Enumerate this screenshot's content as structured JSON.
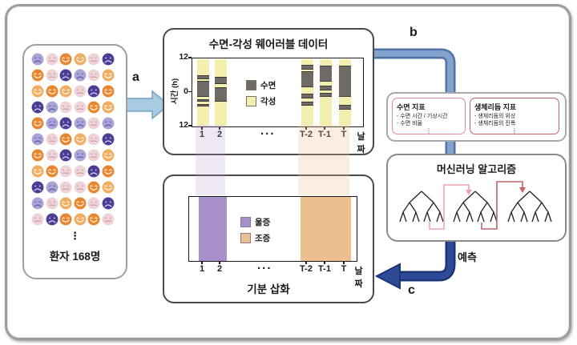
{
  "colors": {
    "sleep": "#6f6a66",
    "wake": "#f3efae",
    "depression": "#a78fca",
    "mania": "#ecc08e",
    "band_depression": "rgba(177,152,205,0.22)",
    "band_mania": "rgba(236,193,142,0.28)",
    "arrow_a_fill": "#a9cbe2",
    "arrow_a_stroke": "#74a3c6",
    "arrow_b_fill": "#83a2cc",
    "arrow_b_stroke": "#4f72a8",
    "arrow_c_fill": "#2e4a97",
    "arrow_c_stroke": "#1b3474",
    "faces": {
      "lavender": {
        "fill": "#aba4d6",
        "feature": "#6a60a8"
      },
      "pink": {
        "fill": "#eed3d7",
        "feature": "#cfa0ad"
      },
      "orange": {
        "fill": "#e8862f",
        "feature": "#fbe9d0"
      },
      "lightorange": {
        "fill": "#f1ad62",
        "feature": "#fdf2e2"
      },
      "darkpurple": {
        "fill": "#4c3d94",
        "feature": "#cfc8ec"
      }
    }
  },
  "labels": {
    "a": "a",
    "b": "b",
    "c": "c",
    "prediction": "예측"
  },
  "patients": {
    "label": "환자 168명",
    "ellipsis": "⋮",
    "grid": [
      [
        "lavender-sad",
        "pink-neutral",
        "orange-happy",
        "lightorange-happy",
        "pink-neutral",
        "darkpurple-sad"
      ],
      [
        "orange-happy",
        "pink-neutral",
        "darkpurple-sad",
        "lavender-sad",
        "pink-neutral",
        "lightorange-happy"
      ],
      [
        "lightorange-happy",
        "orange-happy",
        "lightorange-happy",
        "pink-neutral",
        "darkpurple-sad",
        "orange-happy"
      ],
      [
        "darkpurple-sad",
        "lavender-sad",
        "pink-neutral",
        "pink-neutral",
        "orange-happy",
        "lightorange-happy"
      ],
      [
        "orange-happy",
        "lavender-neutral",
        "darkpurple-sad",
        "lavender-sad",
        "pink-neutral",
        "lavender-sad"
      ],
      [
        "lavender-sad",
        "pink-neutral",
        "orange-happy",
        "lightorange-happy",
        "pink-neutral",
        "darkpurple-sad"
      ],
      [
        "orange-happy",
        "pink-neutral",
        "darkpurple-sad",
        "lavender-neutral",
        "pink-neutral",
        "lightorange-happy"
      ],
      [
        "lightorange-happy",
        "orange-happy",
        "pink-neutral",
        "pink-neutral",
        "darkpurple-sad",
        "orange-happy"
      ],
      [
        "darkpurple-sad",
        "lavender-sad",
        "pink-neutral",
        "pink-neutral",
        "orange-happy",
        "lightorange-happy"
      ],
      [
        "lavender-sad",
        "pink-neutral",
        "lightorange-happy",
        "orange-happy",
        "pink-neutral",
        "darkpurple-sad"
      ],
      [
        "pink-neutral",
        "darkpurple-sad",
        "orange-happy",
        "lightorange-happy",
        "orange-happy",
        "pink-neutral"
      ]
    ]
  },
  "top_chart": {
    "title": "수면-각성 웨어러블 데이터",
    "y_label": "시간 (h)",
    "y_ticks": [
      "12",
      "0",
      "12"
    ],
    "x_label": "날짜",
    "dots": "...",
    "legend": [
      {
        "label": "수면",
        "key": "sleep"
      },
      {
        "label": "각성",
        "key": "wake"
      }
    ],
    "columns": [
      {
        "label": "1",
        "x": 13,
        "segments": [
          [
            0.25,
            0.31
          ],
          [
            0.33,
            0.57
          ],
          [
            0.6,
            0.64
          ],
          [
            0.67,
            0.71
          ]
        ]
      },
      {
        "label": "2",
        "x": 35,
        "segments": [
          [
            0.27,
            0.37
          ],
          [
            0.42,
            0.63
          ]
        ]
      },
      {
        "label": "T-2",
        "x": 143,
        "segments": [
          [
            0.09,
            0.16
          ],
          [
            0.19,
            0.42
          ],
          [
            0.52,
            0.59
          ],
          [
            0.63,
            0.7
          ]
        ]
      },
      {
        "label": "T-1",
        "x": 166,
        "segments": [
          [
            0.1,
            0.34
          ],
          [
            0.4,
            0.47
          ],
          [
            0.51,
            0.57
          ]
        ]
      },
      {
        "label": "T",
        "x": 190,
        "segments": [
          [
            0.1,
            0.57
          ],
          [
            0.68,
            0.75
          ]
        ]
      }
    ]
  },
  "bottom_chart": {
    "title": "기분 삽화",
    "x_label": "날짜",
    "dots": "...",
    "legend": [
      {
        "label": "울증",
        "key": "depression"
      },
      {
        "label": "조증",
        "key": "mania"
      }
    ],
    "ticks": [
      {
        "label": "1",
        "x": 17
      },
      {
        "label": "2",
        "x": 39
      },
      {
        "label": "T-2",
        "x": 147
      },
      {
        "label": "T-1",
        "x": 170
      },
      {
        "label": "T",
        "x": 194
      }
    ],
    "bands": [
      {
        "key": "depression",
        "x": 12,
        "width": 35
      },
      {
        "key": "mania",
        "x": 139,
        "width": 63
      }
    ]
  },
  "indicators": {
    "sleep": {
      "title": "수면 지표",
      "items": [
        "- 수면 시간 / 기상시간",
        "- 수면 비율"
      ],
      "ellipsis": "⋮"
    },
    "biorhythm": {
      "title": "생체리듬 지표",
      "items": [
        "- 생체리듬의 위상",
        "- 생체리듬의 진폭"
      ],
      "ellipsis": "⋮"
    }
  },
  "ml": {
    "title": "머신러닝 알고리즘"
  }
}
